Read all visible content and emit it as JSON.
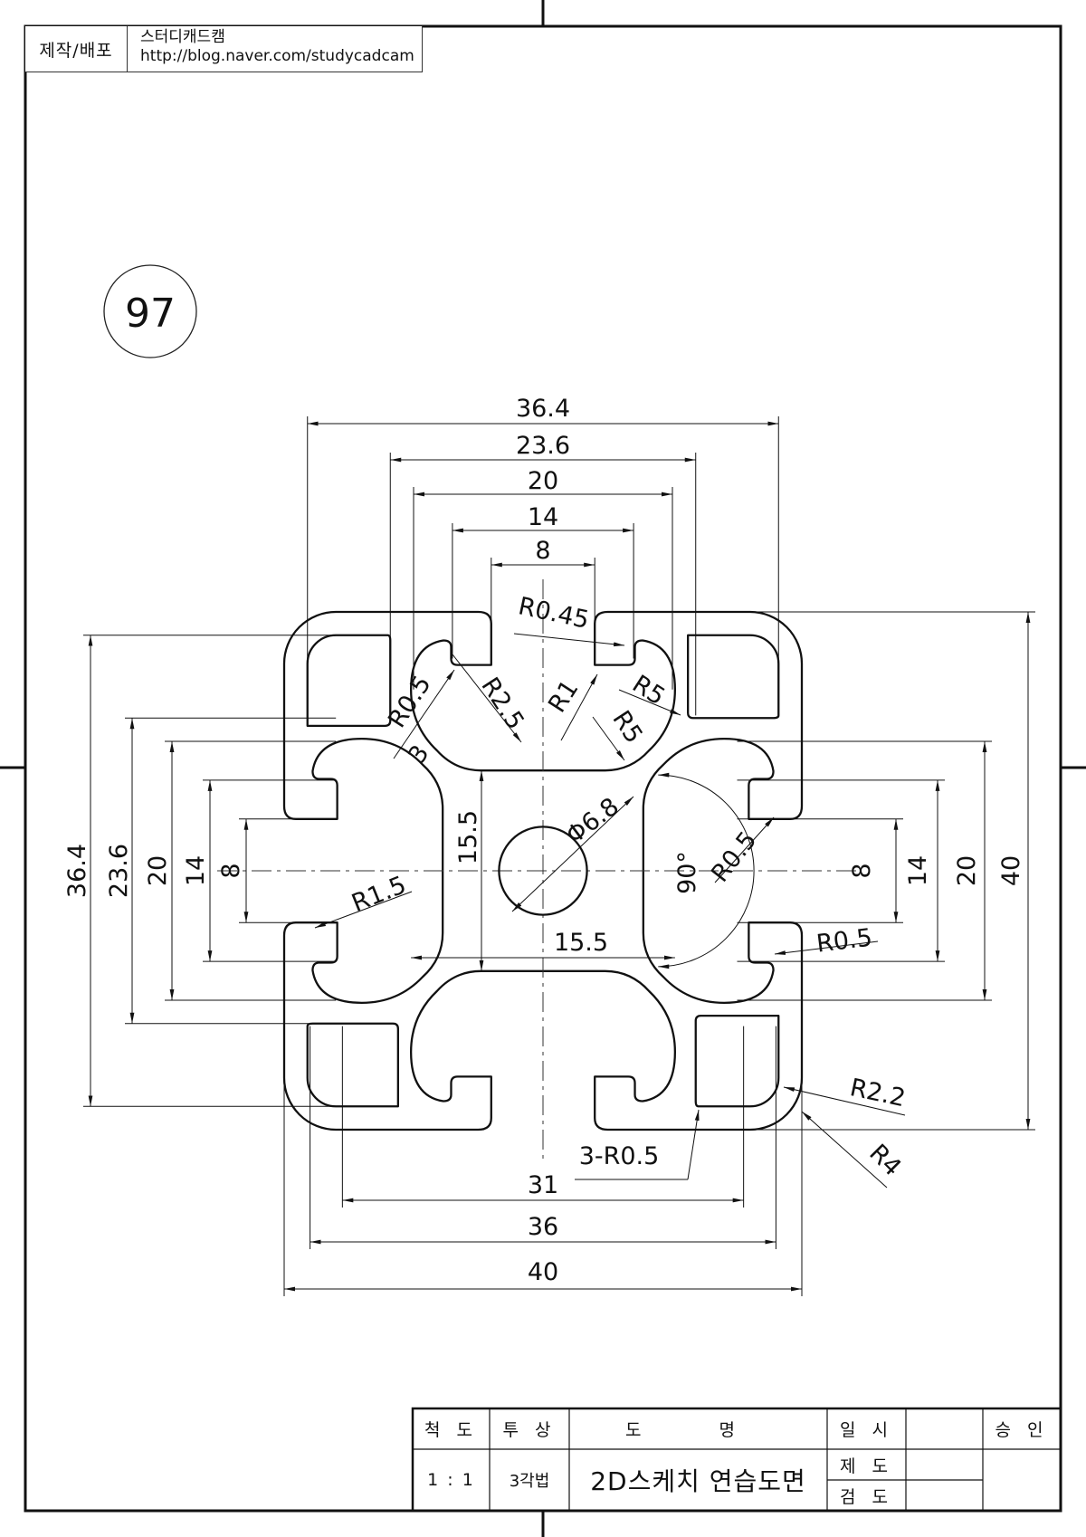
{
  "header": {
    "made_by_label": "제작/배포",
    "publisher_name": "스터디캐드캠",
    "publisher_url": "http://blog.naver.com/studycadcam"
  },
  "drawing_number": "97",
  "dimensions": {
    "top": {
      "d36_4": "36.4",
      "d23_6": "23.6",
      "d20": "20",
      "d14": "14",
      "d8": "8"
    },
    "left": {
      "d36_4": "36.4",
      "d23_6": "23.6",
      "d20": "20",
      "d14": "14",
      "d8": "8"
    },
    "right": {
      "d8": "8",
      "d14": "14",
      "d20": "20",
      "d40": "40"
    },
    "bottom": {
      "d31": "31",
      "d36": "36",
      "d40": "40"
    },
    "inner": {
      "v15_5": "15.5",
      "h15_5": "15.5",
      "bore": "Φ6.8",
      "angle": "90°",
      "wall": "3"
    },
    "radii": {
      "r045": "R0.45",
      "r05_top_left": "R0.5",
      "r2_5": "R2.5",
      "r1": "R1",
      "r5_a": "R5",
      "r5_b": "R5",
      "r1_5": "R1.5",
      "r05_right_upper": "R0.5",
      "r05_right_lower": "R0.5",
      "r2_2": "R2.2",
      "r4": "R4",
      "r05_multi": "3-R0.5"
    }
  },
  "title_block": {
    "scale_label": "척 도",
    "projection_label": "투 상",
    "name_label": "도 명",
    "date_label": "일 시",
    "approval_label": "승 인",
    "scale_value": "1 : 1",
    "projection_value": "3각법",
    "drawing_name": "2D스케치 연습도면",
    "drafted_label": "제 도",
    "checked_label": "검 도",
    "date_value": "",
    "drafted_value": "",
    "checked_value": "",
    "approval_value": ""
  }
}
